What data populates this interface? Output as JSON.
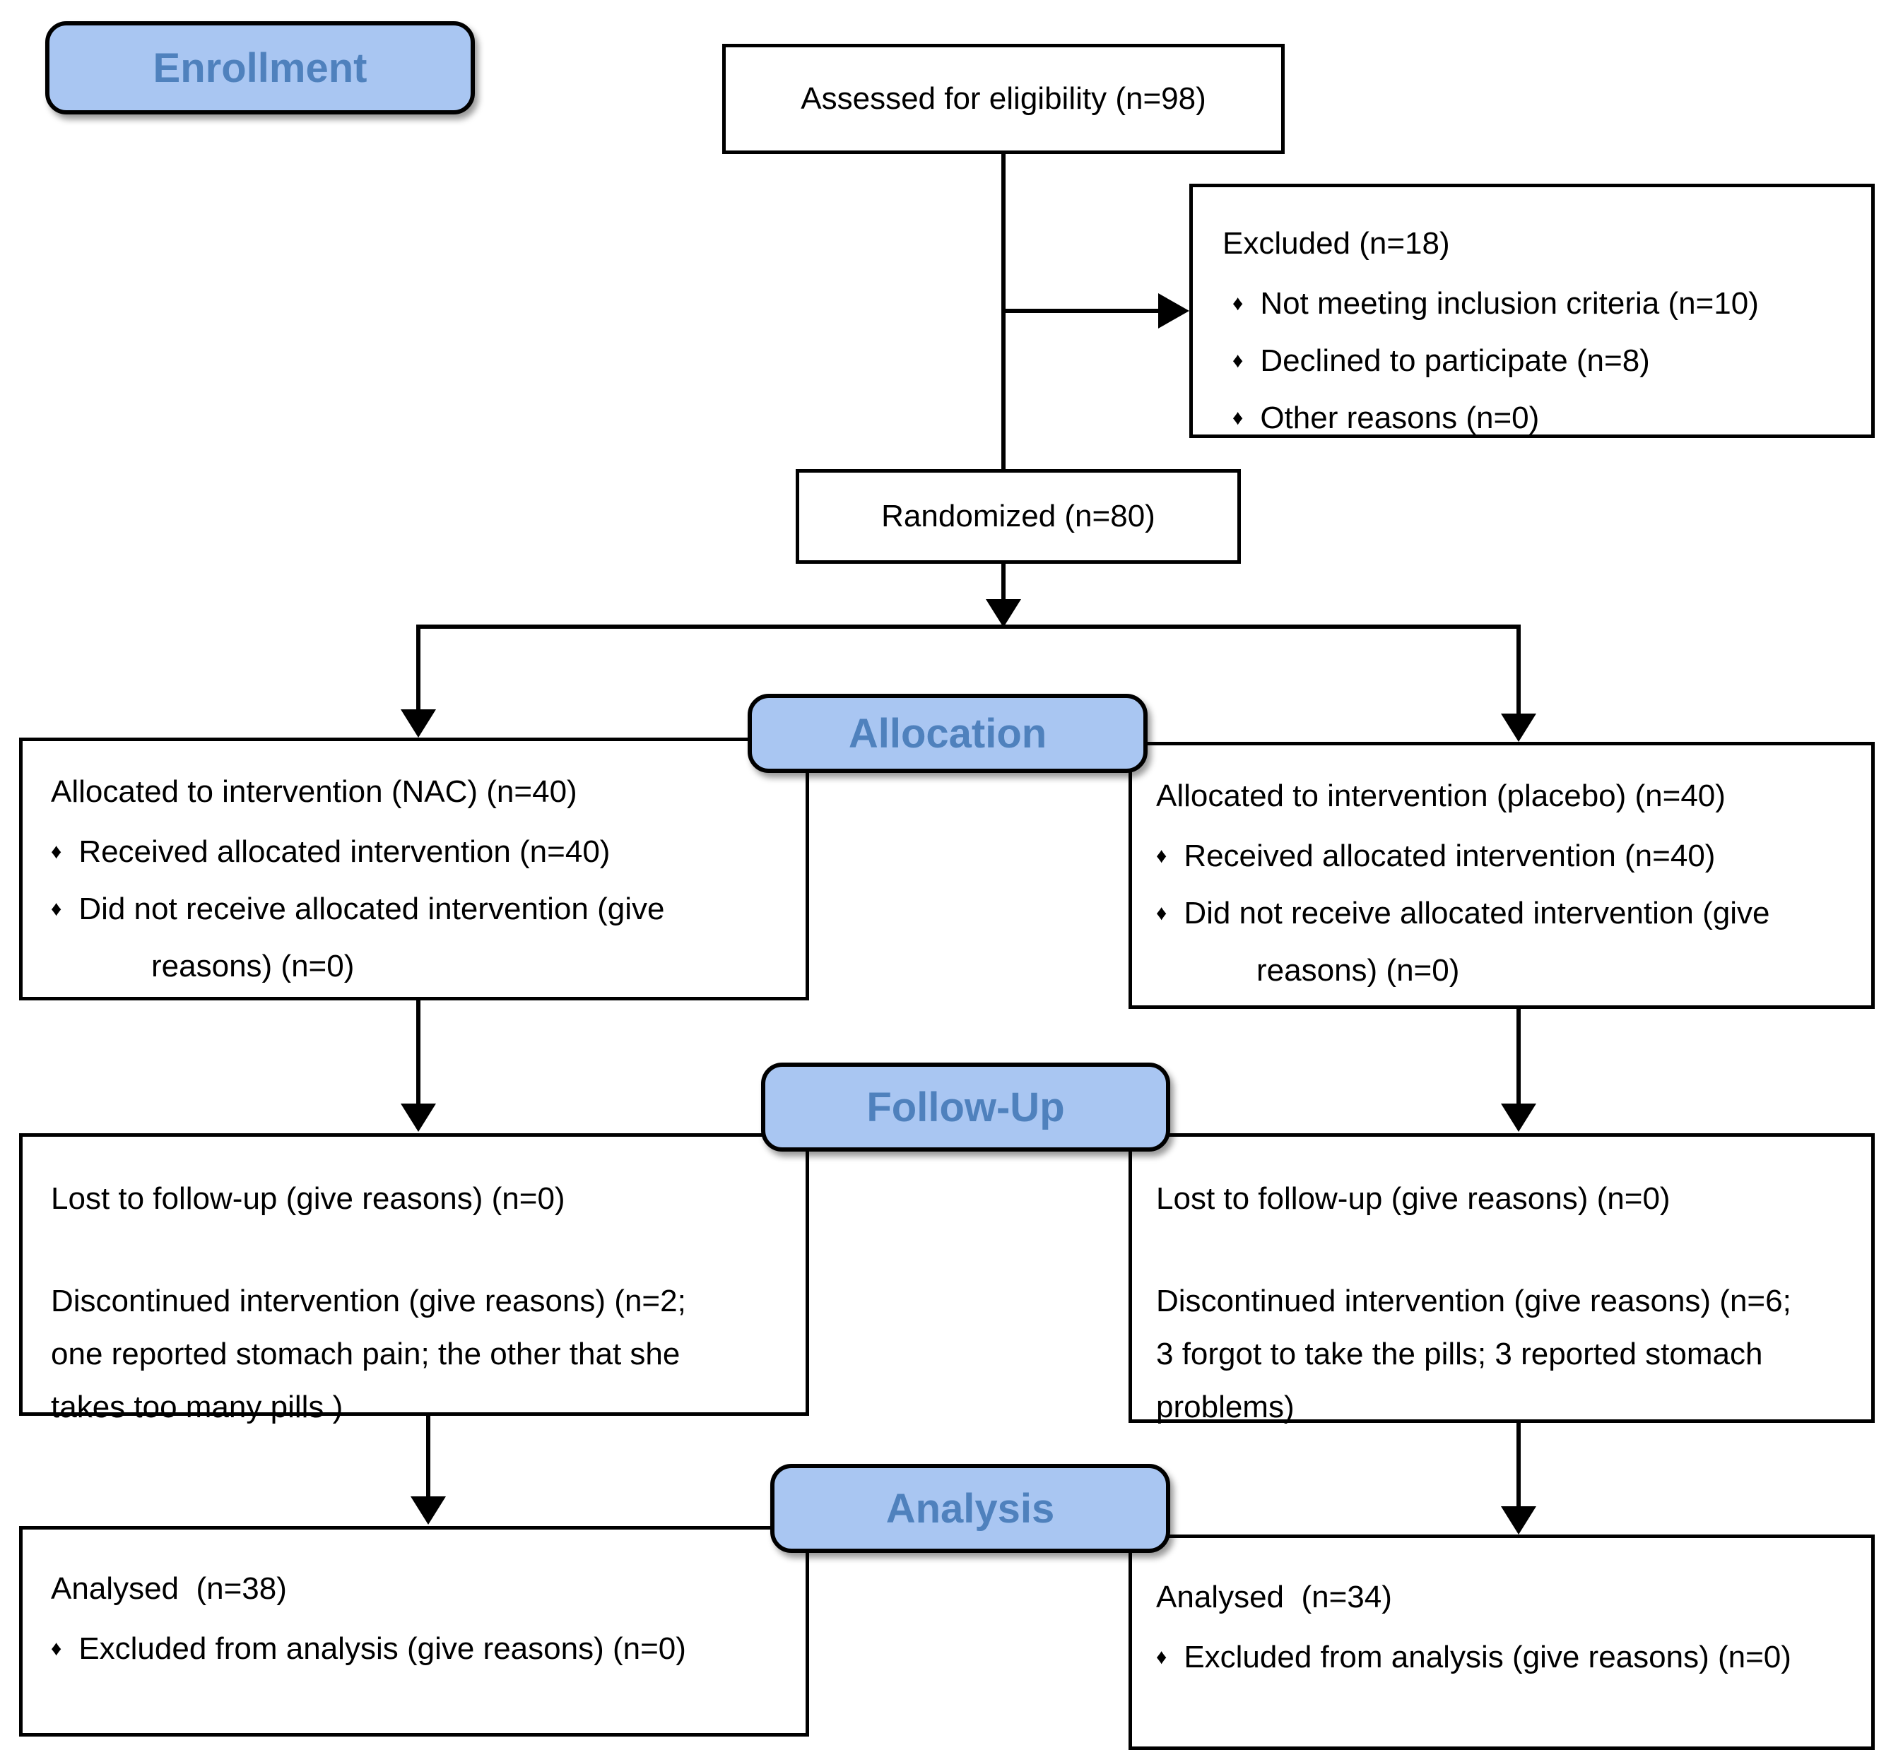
{
  "bullet_char": "♦",
  "colors": {
    "label_fill": "#a9c6f2",
    "label_text": "#4f81bd",
    "box_border": "#000000",
    "body_text": "#000000"
  },
  "stage_labels": {
    "enrollment": "Enrollment",
    "allocation": "Allocation",
    "followup": "Follow-Up",
    "analysis": "Analysis"
  },
  "boxes": {
    "assessed": {
      "text": "Assessed for eligibility (n=98)"
    },
    "excluded": {
      "title": "Excluded (n=18)",
      "items": [
        "Not meeting inclusion criteria (n=10)",
        "Declined to participate (n=8)",
        "Other reasons (n=0)"
      ]
    },
    "randomized": {
      "text": "Randomized (n=80)"
    },
    "alloc_left": {
      "title": "Allocated to intervention (NAC) (n=40)",
      "bullet1": "Received allocated intervention (n=40)",
      "bullet2": "Did not receive allocated intervention (give",
      "bullet2_cont": "reasons) (n=0)"
    },
    "alloc_right": {
      "title": "Allocated to intervention (placebo) (n=40)",
      "bullet1": "Received allocated intervention (n=40)",
      "bullet2": "Did not receive allocated intervention (give",
      "bullet2_cont": "reasons) (n=0)"
    },
    "fu_left": {
      "line1": "Lost to follow-up (give reasons) (n=0)",
      "para2_line1": "Discontinued intervention (give reasons) (n=2;",
      "para2_line2": "one reported stomach pain; the other that she",
      "para2_line3": "takes too many pills )"
    },
    "fu_right": {
      "line1": "Lost to follow-up (give reasons) (n=0)",
      "para2_line1": "Discontinued intervention (give reasons) (n=6;",
      "para2_line2": "3 forgot to take the pills; 3 reported stomach",
      "para2_line3": "problems)"
    },
    "an_left": {
      "title": "Analysed  (n=38)",
      "bullet1": "Excluded from analysis (give reasons) (n=0)"
    },
    "an_right": {
      "title": "Analysed  (n=34)",
      "bullet1": "Excluded from analysis (give reasons) (n=0)"
    }
  }
}
